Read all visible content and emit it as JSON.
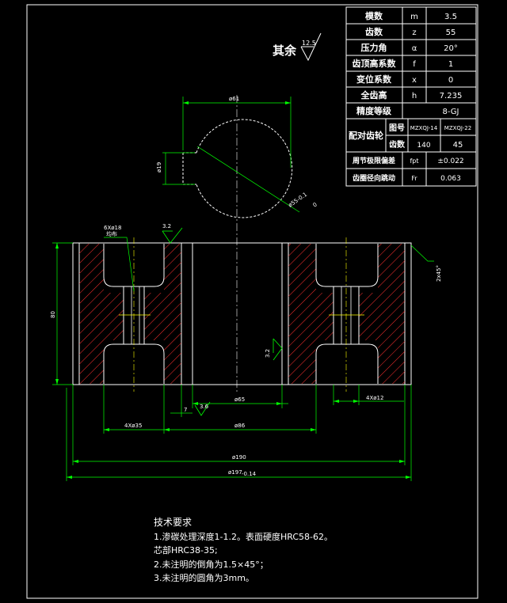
{
  "params": {
    "rows": [
      {
        "label": "模数",
        "sym": "m",
        "val": "3.5"
      },
      {
        "label": "齿数",
        "sym": "z",
        "val": "55"
      },
      {
        "label": "压力角",
        "sym": "α",
        "val": "20°"
      },
      {
        "label": "齿顶高系数",
        "sym": "f",
        "val": "1"
      },
      {
        "label": "变位系数",
        "sym": "x",
        "val": "0"
      },
      {
        "label": "全齿高",
        "sym": "h",
        "val": "7.235"
      }
    ],
    "precision_label": "精度等级",
    "precision_val": "8-GJ",
    "mating_label": "配对齿轮",
    "drawing_no_label": "图号",
    "drawing_no_1": "MZXQJ-14",
    "drawing_no_2": "MZXQJ-22",
    "teeth_label": "齿数",
    "teeth_1": "140",
    "teeth_2": "45",
    "pitch_dev_label": "周节极限偏差",
    "pitch_dev_sym": "fpt",
    "pitch_dev_val": "±0.022",
    "runout_label": "齿圈径向跳动",
    "runout_sym": "Fr",
    "runout_val": "0.063"
  },
  "roughness": {
    "other_label": "其余",
    "other_val": "12.5",
    "top_val": "3.2",
    "bore_val": "3.2",
    "bottom_val": "3.6"
  },
  "dims": {
    "dia61": "ø61",
    "dia19": "ø19",
    "dia55_bore": "ø55-0.1",
    "dia55_bore_tol": "0",
    "holes_note": "6Xø18",
    "holes_note2": "均布",
    "height80": "80",
    "chamfer": "2x45°",
    "dia65": "ø65",
    "dia86": "ø86",
    "dim7": "7",
    "holes_35": "4Xø35",
    "holes_12": "4Xø12",
    "dia190": "ø190",
    "dia197": "ø197",
    "dia197_tol": "-0.14"
  },
  "notes": {
    "title": "技术要求",
    "line1": "1.渗碳处理深度1-1.2。表面硬度HRC58-62。",
    "line2": "芯部HRC38-35;",
    "line3": "2.未注明的倒角为1.5×45°；",
    "line4": "3.未注明的圆角为3mm。"
  },
  "colors": {
    "line": "#ffffff",
    "dimension": "#00ff00",
    "hatch": "#ff3030",
    "center": "#ffff00"
  }
}
